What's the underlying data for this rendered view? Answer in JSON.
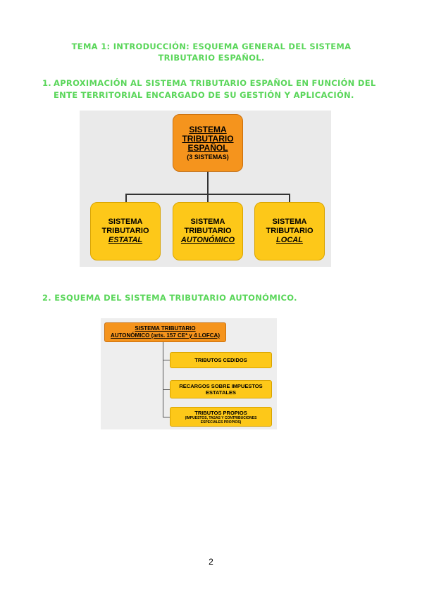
{
  "title": {
    "line1": "TEMA 1: INTRODUCCIÓN: ESQUEMA GENERAL DEL SISTEMA",
    "line2": "TRIBUTARIO ESPAÑOL."
  },
  "section1": {
    "number": "1.",
    "line1": "APROXIMACIÓN AL SISTEMA TRIBUTARIO ESPAÑOL EN FUNCIÓN DEL",
    "line2": "ENTE TERRITORIAL ENCARGADO DE SU GESTIÓN Y APLICACIÓN."
  },
  "diagram1": {
    "root": {
      "line1": "SISTEMA",
      "line2": "TRIBUTARIO",
      "line3": "ESPAÑOL",
      "line4": "(3 SISTEMAS)"
    },
    "children": [
      {
        "line1": "SISTEMA",
        "line2": "TRIBUTARIO",
        "line3": "ESTATAL"
      },
      {
        "line1": "SISTEMA",
        "line2": "TRIBUTARIO",
        "line3": "AUTONÓMICO"
      },
      {
        "line1": "SISTEMA",
        "line2": "TRIBUTARIO",
        "line3": "LOCAL"
      }
    ]
  },
  "section2": {
    "text": "2. ESQUEMA DEL SISTEMA TRIBUTARIO AUTONÓMICO."
  },
  "diagram2": {
    "root": {
      "line1": "SISTEMA TRIBUTARIO",
      "line2": "AUTONÓMICO (arts. 157 CE* y 4 LOFCA)"
    },
    "leaves": [
      {
        "line1": "TRIBUTOS CEDIDOS"
      },
      {
        "line1": "RECARGOS SOBRE IMPUESTOS",
        "line2": "ESTATALES"
      },
      {
        "line1": "TRIBUTOS PROPIOS",
        "line2": "(IMPUESTOS, TASAS Y CONTRIBUCIONES",
        "line3": "ESPECIALES PROPIOS)"
      }
    ]
  },
  "page_number": "2",
  "colors": {
    "heading": "#5ad65a",
    "orange": "#f5941d",
    "yellow": "#fdc819"
  }
}
